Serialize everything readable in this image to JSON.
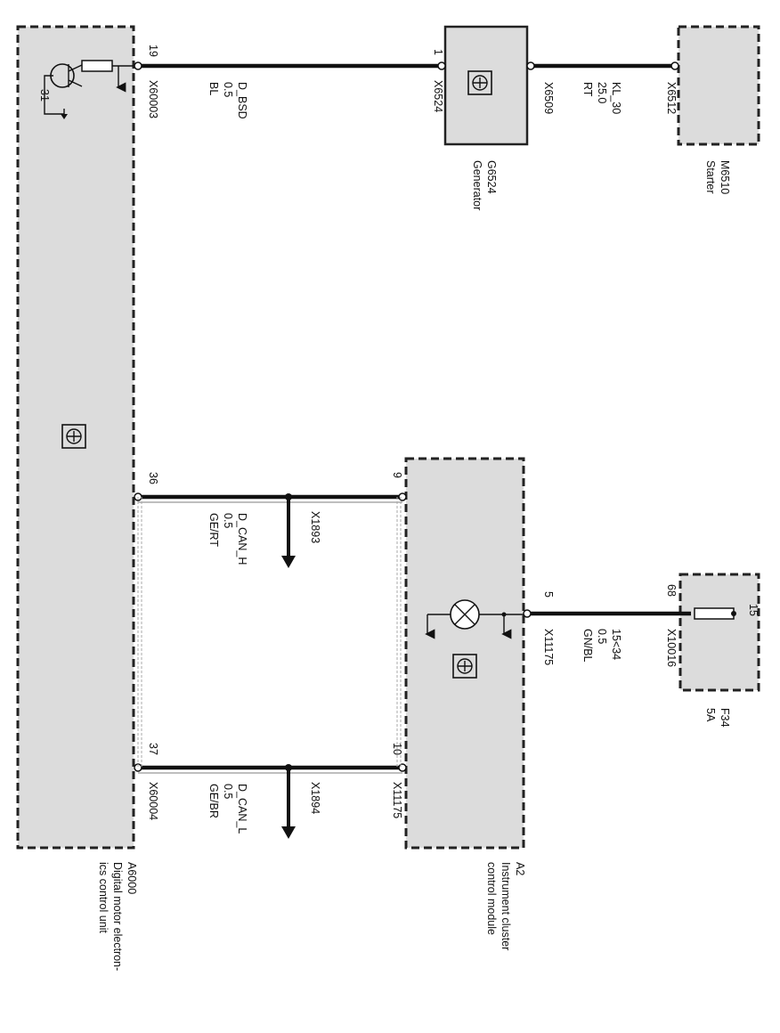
{
  "components": {
    "ecu": {
      "id": "A6000",
      "name": "Digital motor electron-",
      "name2": "ics control unit"
    },
    "generator": {
      "id": "G6524",
      "name": "Generator"
    },
    "starter": {
      "id": "M6510",
      "name": "Starter"
    },
    "cluster": {
      "id": "A2",
      "name": "Instrument cluster",
      "name2": "control module"
    },
    "fuse": {
      "id": "F34",
      "rating": "5A"
    }
  },
  "wires": {
    "bsd": {
      "pin_ecu": "19",
      "conn_ecu": "X60003",
      "signal": "D_BSD",
      "gauge": "0.5",
      "color": "BL",
      "pin_gen": "1",
      "conn_gen": "X6524"
    },
    "kl30": {
      "conn_gen": "X6509",
      "signal": "KL_30",
      "gauge": "25.0",
      "color": "RT",
      "conn_starter": "X6512"
    },
    "can_h": {
      "pin_ecu": "36",
      "signal": "D_CAN_H",
      "gauge": "0.5",
      "color": "GE/RT",
      "branch": "X1893",
      "pin_cluster": "9"
    },
    "can_l": {
      "pin_ecu": "37",
      "conn_ecu": "X60004",
      "signal": "D_CAN_L",
      "gauge": "0.5",
      "color": "GE/BR",
      "branch": "X1894",
      "pin_cluster": "10",
      "conn_cluster": "X11175"
    },
    "kl15": {
      "pin_cluster": "5",
      "conn_cluster": "X11175",
      "signal": "15<34",
      "gauge": "0.5",
      "color": "GN/BL",
      "pin_fuse": "68",
      "conn_fuse": "X10016",
      "fuse_pin": "15"
    }
  },
  "ground": {
    "label": "31"
  }
}
